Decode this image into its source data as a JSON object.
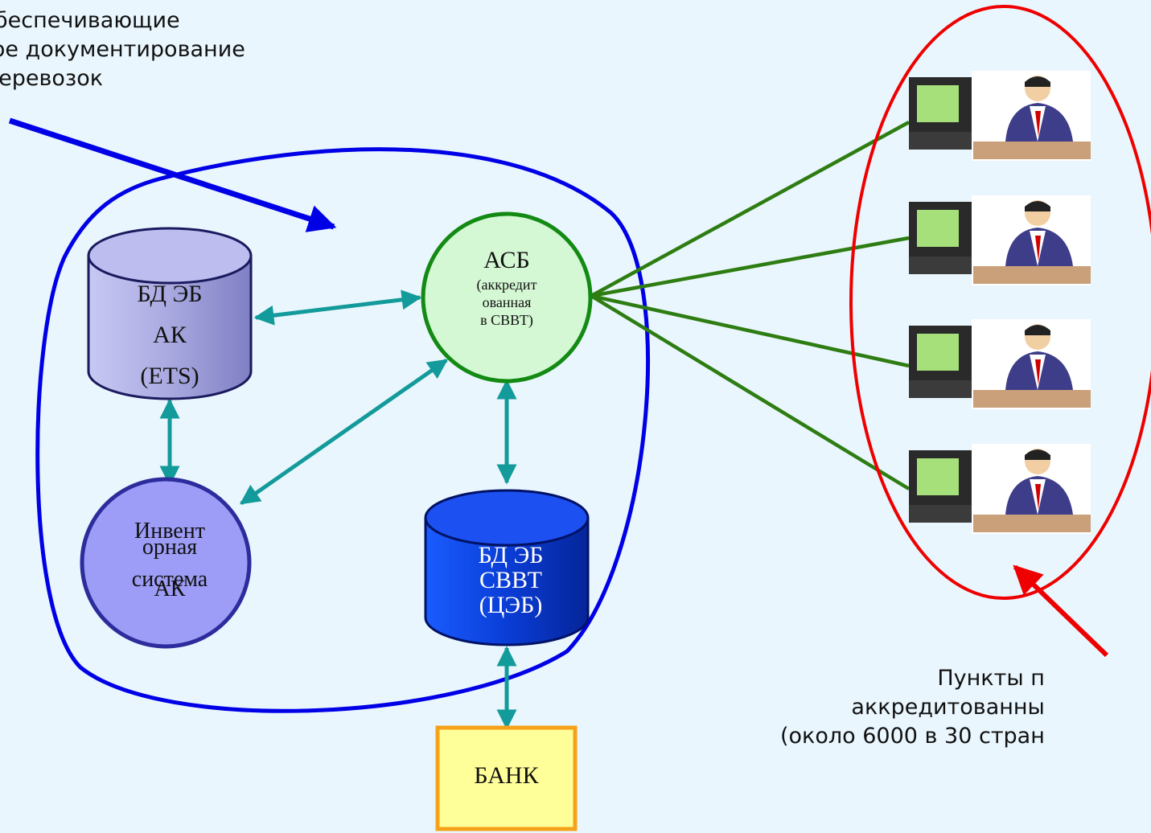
{
  "top_caption": {
    "lines": [
      "ы, обеспечивающие",
      "онное документирование",
      "ки перевозок"
    ]
  },
  "points_caption": {
    "lines": [
      "Пункты п",
      "аккредитованны",
      "(около 6000 в 30 стран"
    ]
  },
  "nodes": {
    "db_ak": {
      "lines": [
        "БД ЭБ",
        "АК",
        "(ETS)"
      ],
      "color": "#a9a9e0"
    },
    "asb": {
      "title": "АСБ",
      "lines": [
        "(аккредит",
        "ованная",
        "в СВВТ)"
      ],
      "fill": "#d4f7d4",
      "stroke": "#138a13"
    },
    "inventory": {
      "lines": [
        "Инвент",
        "орная",
        "система",
        "АК"
      ],
      "fill": "#9d9df7",
      "stroke": "#2c2c9c"
    },
    "db_svvt": {
      "lines": [
        "БД ЭБ",
        "СВВТ",
        "(ЦЭБ)"
      ],
      "color": "#0a3dd6"
    },
    "bank": {
      "label": "БАНК",
      "fill": "#ffff99",
      "stroke": "#f5a21a"
    }
  },
  "colors": {
    "background": "#eaf6fd",
    "system_boundary": "#0000e6",
    "link_arrows": "#139a9a",
    "network_lines": "#2e7d12",
    "agents_ellipse": "#ee0000"
  },
  "agent_count": 4
}
